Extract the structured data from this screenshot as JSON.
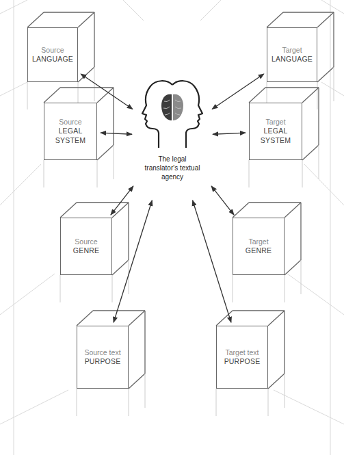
{
  "diagram": {
    "nodes": [
      {
        "text": [
          "Source",
          "LANGUAGE"
        ]
      },
      {
        "text": [
          "Target",
          "LANGUAGE"
        ]
      },
      {
        "text": [
          "Source",
          "LEGAL SYSTEM"
        ]
      },
      {
        "text": [
          "Target",
          "LEGAL SYSTEM"
        ]
      },
      {
        "text": [
          "The legal translator's textual agency"
        ]
      },
      {
        "text": [
          "Source",
          "GENRE"
        ]
      },
      {
        "text": [
          "Target",
          "GENRE"
        ]
      },
      {
        "text": [
          "Source text",
          "PURPOSE"
        ]
      },
      {
        "text": [
          "Target text",
          "PURPOSE"
        ]
      }
    ],
    "edges": [
      {
        "from": 4,
        "to": 0,
        "arrow": "both"
      },
      {
        "from": 4,
        "to": 1,
        "arrow": "both"
      },
      {
        "from": 4,
        "to": 2,
        "arrow": "both"
      },
      {
        "from": 4,
        "to": 3,
        "arrow": "both"
      },
      {
        "from": 4,
        "to": 5,
        "arrow": "both"
      },
      {
        "from": 4,
        "to": 6,
        "arrow": "both"
      },
      {
        "from": 4,
        "to": 7,
        "arrow": "both"
      },
      {
        "from": 4,
        "to": 8,
        "arrow": "both"
      }
    ]
  }
}
